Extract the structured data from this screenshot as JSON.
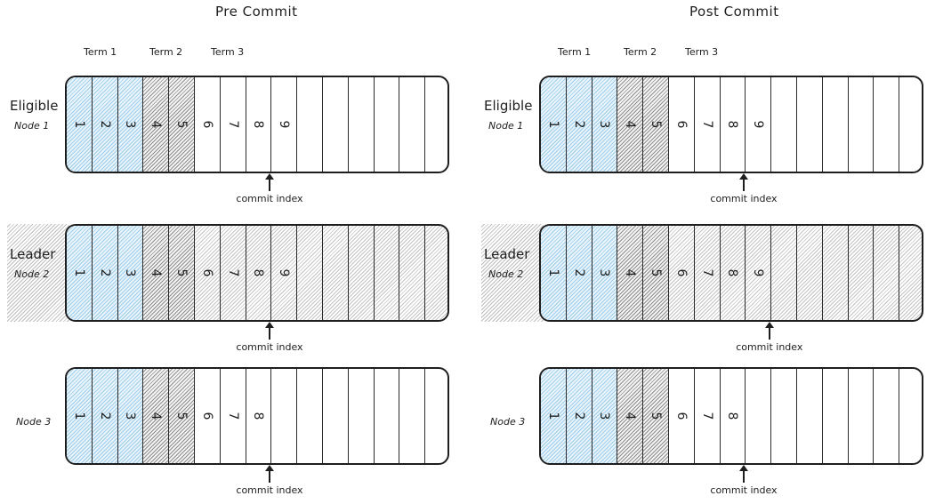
{
  "panels": [
    {
      "title": "Pre Commit",
      "terms": [
        "Term 1",
        "Term 2",
        "Term 3"
      ],
      "nodes": [
        {
          "role": "Eligible",
          "name": "Node 1",
          "leader": false,
          "entries": 9,
          "commit_index": 8,
          "commit_label": "commit index"
        },
        {
          "role": "Leader",
          "name": "Node 2",
          "leader": true,
          "entries": 9,
          "commit_index": 8,
          "commit_label": "commit index"
        },
        {
          "role": "",
          "name": "Node 3",
          "leader": false,
          "entries": 8,
          "commit_index": 8,
          "commit_label": "commit index"
        }
      ]
    },
    {
      "title": "Post Commit",
      "terms": [
        "Term 1",
        "Term 2",
        "Term 3"
      ],
      "nodes": [
        {
          "role": "Eligible",
          "name": "Node 1",
          "leader": false,
          "entries": 9,
          "commit_index": 8,
          "commit_label": "commit index"
        },
        {
          "role": "Leader",
          "name": "Node 2",
          "leader": true,
          "entries": 9,
          "commit_index": 9,
          "commit_label": "commit index"
        },
        {
          "role": "",
          "name": "Node 3",
          "leader": false,
          "entries": 8,
          "commit_index": 8,
          "commit_label": "commit index"
        }
      ]
    }
  ],
  "log_slots": 15,
  "term_ranges": [
    {
      "term": "Term 1",
      "from": 1,
      "to": 3,
      "color": "#9fcdeb"
    },
    {
      "term": "Term 2",
      "from": 4,
      "to": 5,
      "color": "#8e8e8e"
    },
    {
      "term": "Term 3",
      "from": 6,
      "to": 9,
      "color": "#ffffff"
    }
  ]
}
